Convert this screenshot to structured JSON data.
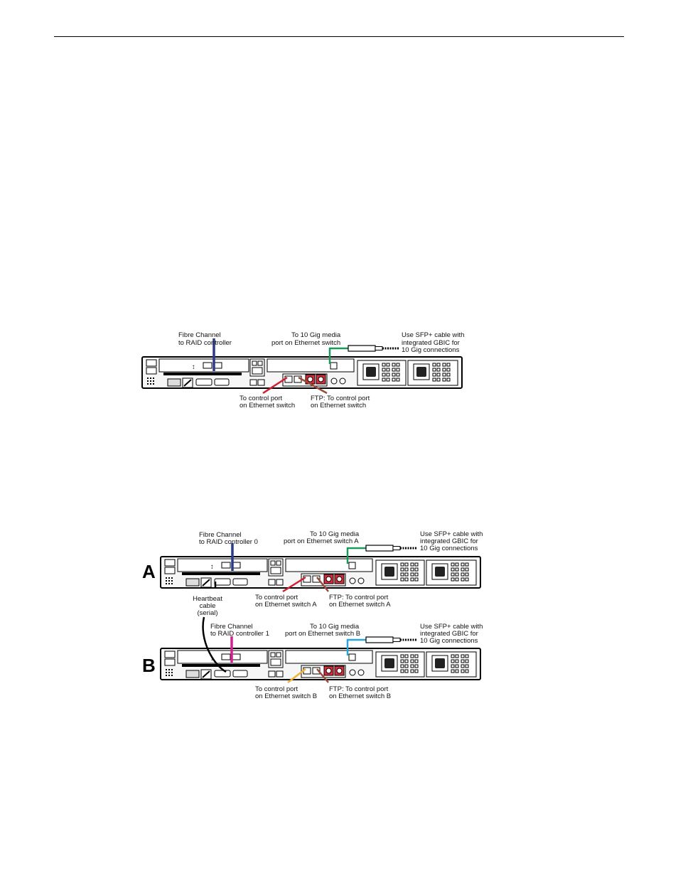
{
  "colors": {
    "fibre_channel_0": "#2b3a8c",
    "fibre_channel_1": "#d4218d",
    "ten_gig_a": "#1a9a5a",
    "ten_gig_b": "#27a6dd",
    "control_a": "#d02030",
    "control_b": "#f2b233",
    "ftp": "#9a4a3a",
    "red_port": "#d82c3a"
  },
  "diagram1": {
    "fibre_channel": [
      "Fibre Channel",
      "to RAID controller"
    ],
    "ten_gig": [
      "To 10 Gig media",
      "port on Ethernet switch"
    ],
    "sfp": [
      "Use SFP+ cable with",
      "integrated GBIC for",
      "10 Gig connections"
    ],
    "control": [
      "To control port",
      "on Ethernet switch"
    ],
    "ftp": [
      "FTP: To control port",
      "on Ethernet switch"
    ]
  },
  "diagram2": {
    "letter_a": "A",
    "letter_b": "B",
    "a": {
      "fibre_channel": [
        "Fibre Channel",
        "to RAID controller 0"
      ],
      "ten_gig": [
        "To 10 Gig media",
        "port on Ethernet switch A"
      ],
      "sfp": [
        "Use SFP+ cable with",
        "integrated GBIC for",
        "10 Gig connections"
      ],
      "control": [
        "To control port",
        "on Ethernet switch A"
      ],
      "ftp": [
        "FTP: To control port",
        "on Ethernet switch A"
      ],
      "heartbeat": [
        "Heartbeat",
        "cable",
        "(serial)"
      ]
    },
    "b": {
      "fibre_channel": [
        "Fibre Channel",
        "to RAID controller 1"
      ],
      "ten_gig": [
        "To 10 Gig media",
        "port on Ethernet switch B"
      ],
      "sfp": [
        "Use SFP+ cable with",
        "integrated GBIC for",
        "10 Gig connections"
      ],
      "control": [
        "To control port",
        "on Ethernet switch B"
      ],
      "ftp": [
        "FTP: To control port",
        "on Ethernet switch B"
      ]
    }
  }
}
